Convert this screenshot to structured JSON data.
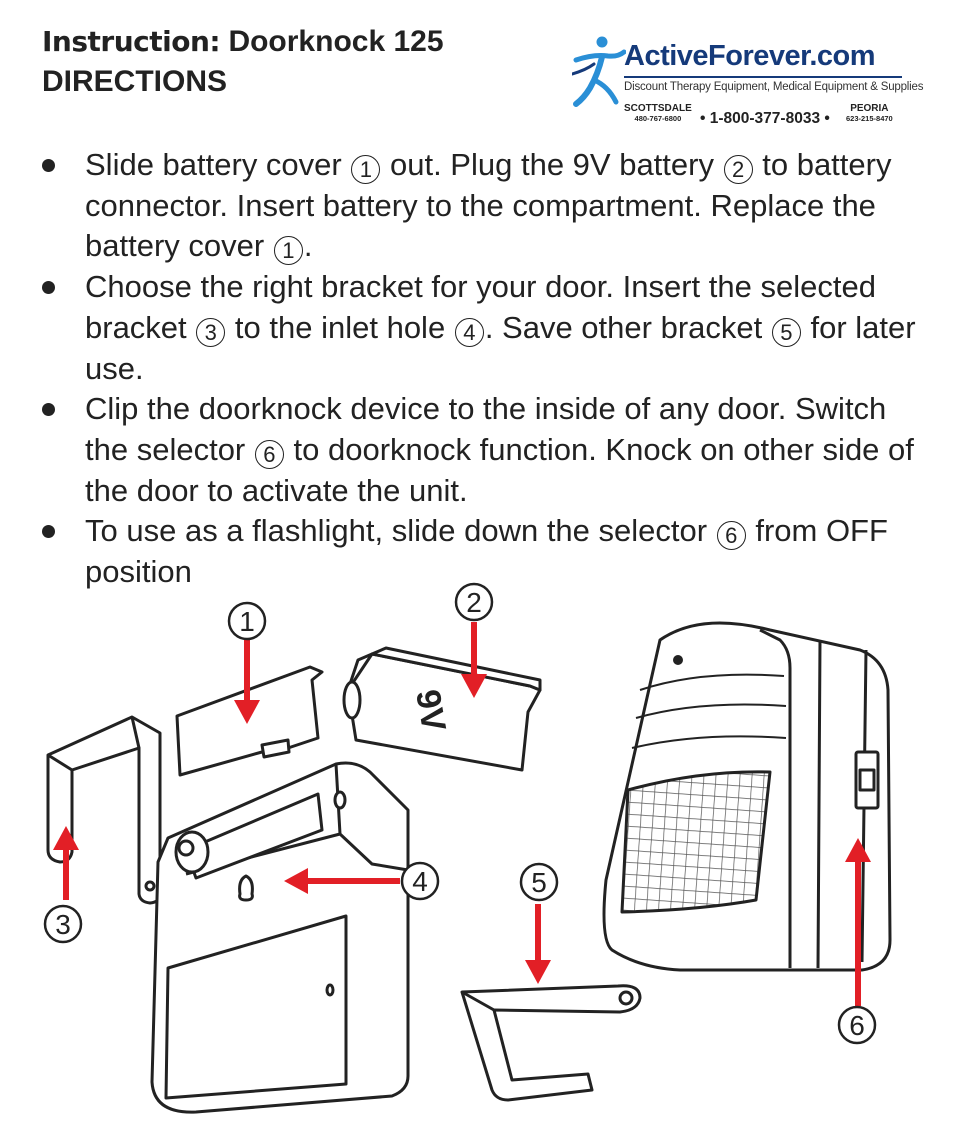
{
  "header": {
    "title_lead": "Instruction:",
    "title_product": "Doorknock 125",
    "subtitle": "DIRECTIONS"
  },
  "logo": {
    "brand": "ActiveForever.com",
    "tagline": "Discount Therapy Equipment, Medical Equipment & Supplies",
    "city_left": "SCOTTSDALE",
    "city_left_phone": "480-767-6800",
    "phone": "1-800-377-8033",
    "city_right": "PEORIA",
    "city_right_phone": "623-215-8470",
    "separator": "•",
    "accent_color": "#153a7a",
    "figure_color": "#2a8fd6"
  },
  "steps": [
    {
      "parts": [
        "Slide battery cover",
        "out. Plug the 9V battery",
        "to battery connector. Insert battery to the compartment. Replace the battery cover",
        "."
      ],
      "refs": [
        "1",
        "2",
        "1"
      ]
    },
    {
      "parts": [
        "Choose the right bracket for your door. Insert the selected bracket",
        "to the inlet hole",
        ". Save other bracket",
        "for later use."
      ],
      "refs": [
        "3",
        "4",
        "5"
      ]
    },
    {
      "parts": [
        "Clip the doorknock device to the inside of any door. Switch the selector",
        "to doorknock function. Knock on other side of the door to activate the unit."
      ],
      "refs": [
        "6"
      ]
    },
    {
      "parts": [
        "To use as a flashlight, slide down the selector",
        "from OFF position"
      ],
      "refs": [
        "6"
      ]
    }
  ],
  "illustration": {
    "callouts": [
      "1",
      "2",
      "3",
      "4",
      "5",
      "6"
    ],
    "battery_label": "9V",
    "arrow_color": "#e21f26"
  }
}
